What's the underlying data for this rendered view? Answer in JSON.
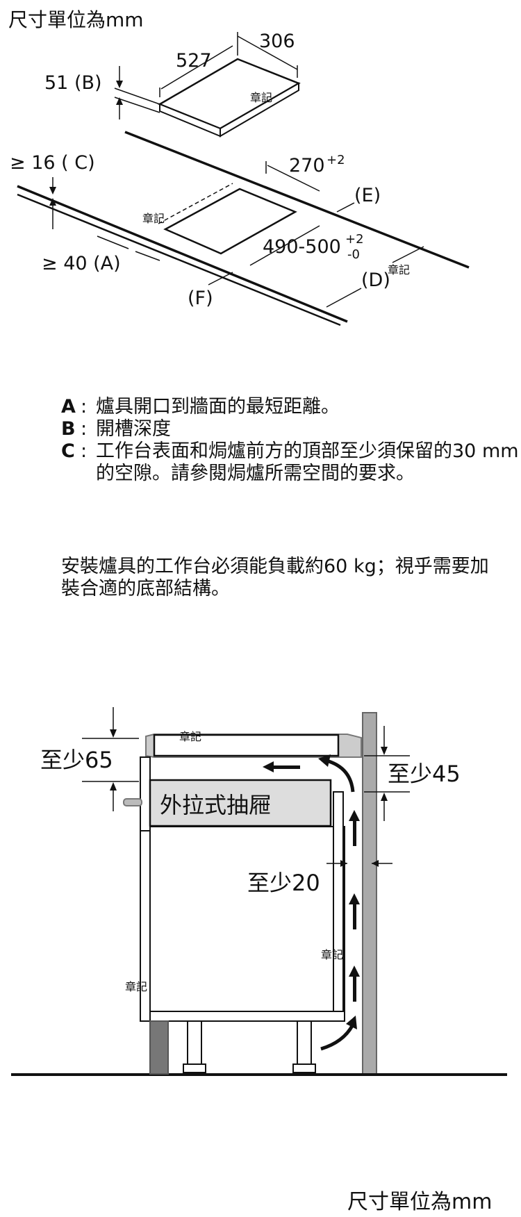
{
  "unit_label": "尺寸單位為mm",
  "top": {
    "hob_width": "527",
    "hob_depth": "306",
    "hob_height": "51 (B)",
    "dim_c": "≥ 16 ( C)",
    "dim_a": "≥ 40 (A)",
    "cutout_depth": "270",
    "cutout_depth_tol": "+2",
    "cutout_width": "490-500",
    "cutout_width_tol_plus": "+2",
    "cutout_width_tol_minus": "-0",
    "label_e": "(E)",
    "label_d": "(D)",
    "label_f": "(F)",
    "watermark": "章記"
  },
  "legend": [
    {
      "key": "A",
      "text": "爐具開口到牆面的最短距離。"
    },
    {
      "key": "B",
      "text": "開槽深度"
    },
    {
      "key": "C",
      "text": "工作台表面和焗爐前方的頂部至少須保留的30 mm的空隙。請參閱焗爐所需空間的要求。"
    }
  ],
  "note": "安裝爐具的工作台必須能負載約60 kg；視乎需要加裝合適的底部結構。",
  "bottom": {
    "min65": "至少65",
    "min45": "至少45",
    "min20": "至少20",
    "drawer": "外拉式抽屜",
    "watermark": "章記"
  }
}
